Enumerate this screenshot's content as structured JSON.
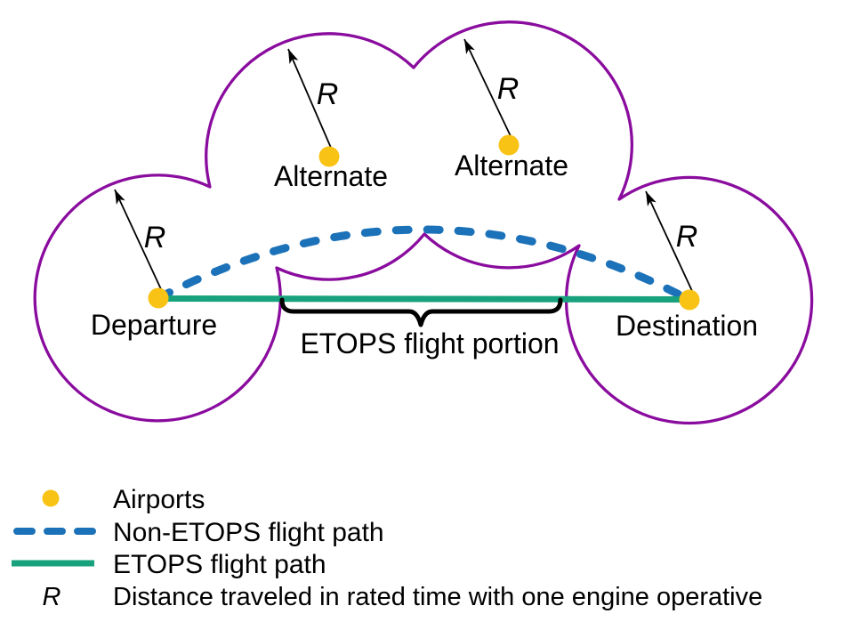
{
  "diagram": {
    "departure_label": "Departure",
    "destination_label": "Destination",
    "alternate1_label": "Alternate",
    "alternate2_label": "Alternate",
    "radius_symbol": "R",
    "brace_label": "ETOPS flight portion"
  },
  "legend": {
    "airports_label": "Airports",
    "non_etops_label": "Non-ETOPS flight path",
    "etops_label": "ETOPS flight path",
    "radius_symbol": "R",
    "radius_description": "Distance traveled in rated time with one engine operative"
  },
  "colors": {
    "range_boundary": "#8A0C9E",
    "airport_dot": "#F9C316",
    "non_etops_path": "#1C72B8",
    "etops_path": "#17A17C",
    "arrow": "#000000",
    "text": "#000000"
  }
}
